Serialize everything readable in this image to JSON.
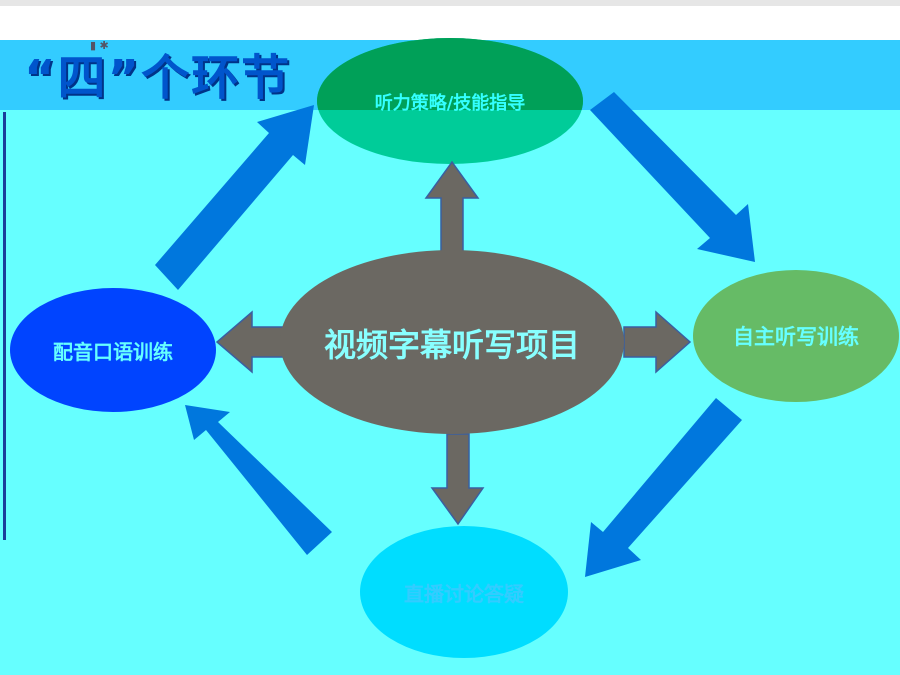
{
  "title": "“四”个环节",
  "center": {
    "label": "视频字幕听写项目",
    "color": "#6b6862",
    "text_color": "#88ffff"
  },
  "nodes": {
    "top": {
      "label": "听力策略/技能指导",
      "color": "#00cc99",
      "text_color": "#33ffff"
    },
    "right": {
      "label": "自主听写训练",
      "color": "#66bb66",
      "text_color": "#66ffff"
    },
    "bottom": {
      "label": "直播讨论答疑",
      "color": "#00ddff",
      "text_color": "#33ccff"
    },
    "left": {
      "label": "配音口语训练",
      "color": "#0044ff",
      "text_color": "#66ffff"
    }
  },
  "colors": {
    "background": "#66ffff",
    "title_band": "#33ccff",
    "cycle_arrow": "#0077dd",
    "spoke_arrow": "#6b6862"
  }
}
